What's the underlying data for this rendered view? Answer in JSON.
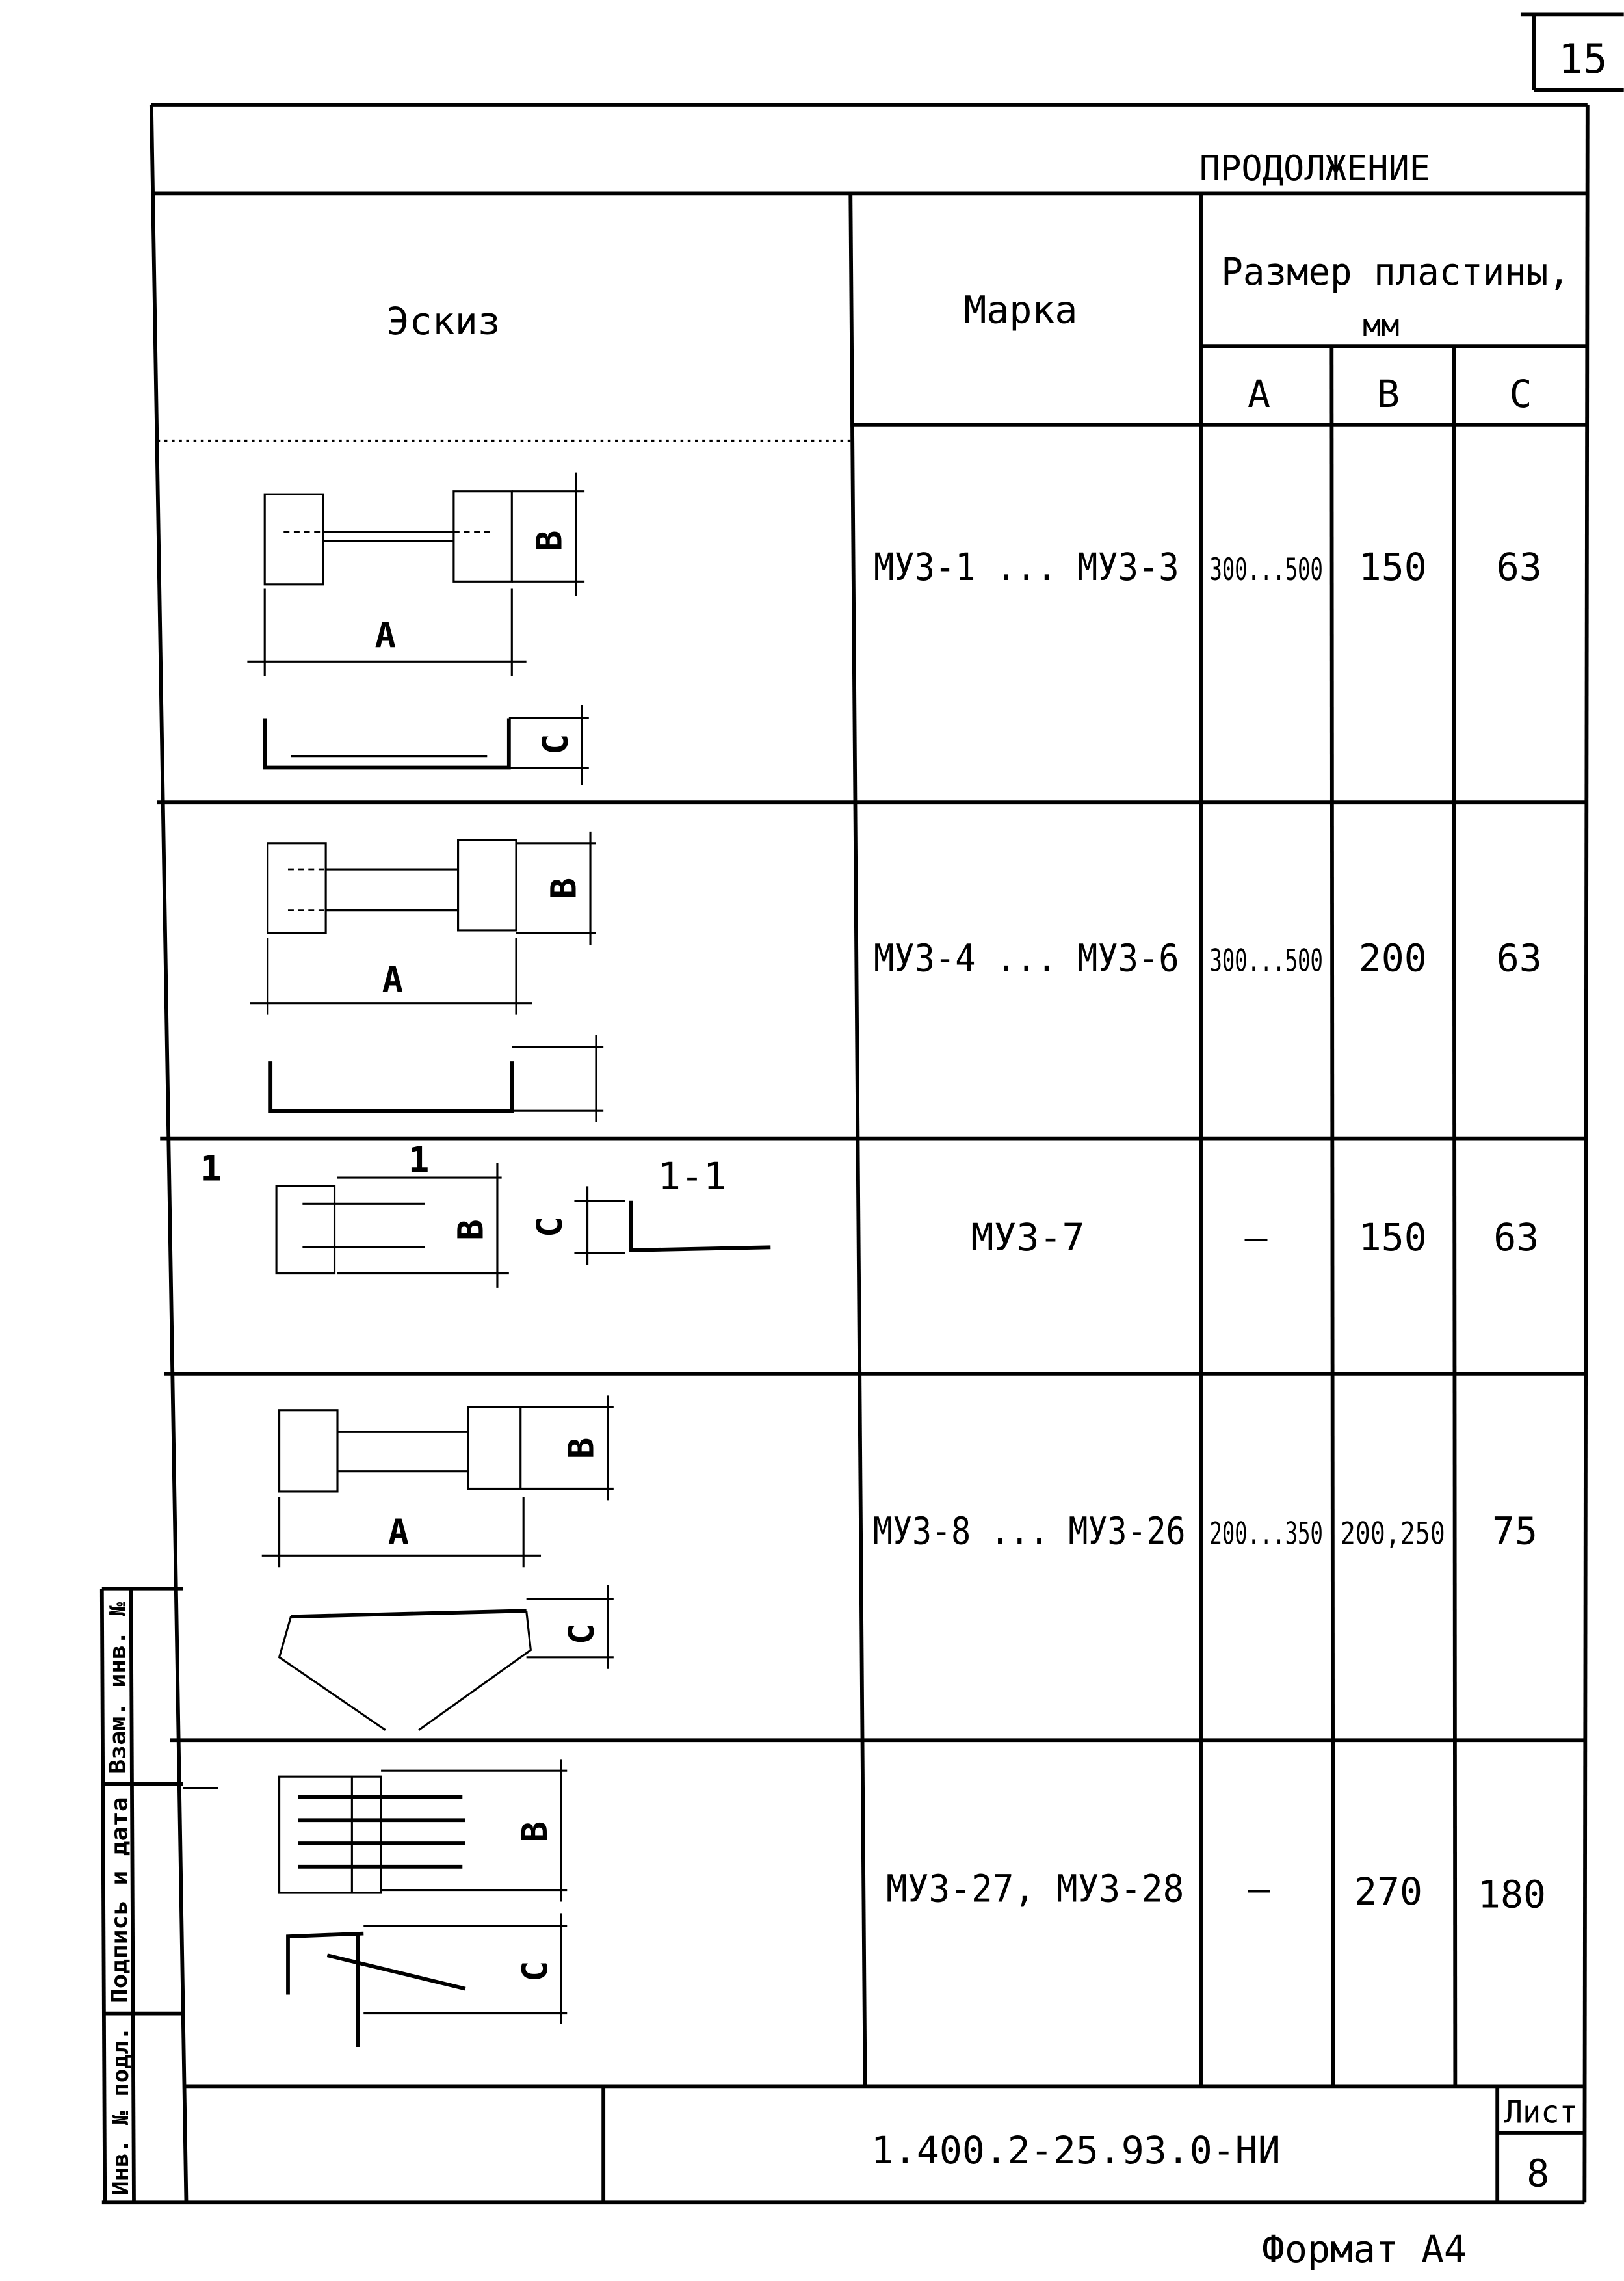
{
  "page_number": "15",
  "continuation": "ПРОДОЛЖЕНИЕ",
  "table": {
    "headers": {
      "sketch": "Эскиз",
      "mark": "Марка",
      "plate_size": "Размер пластины,",
      "unit": "мм",
      "col_a": "А",
      "col_b": "В",
      "col_c": "С"
    },
    "rows": [
      {
        "mark": "МУЗ-1 ... МУЗ-3",
        "a": "300...500",
        "b": "150",
        "c": "63"
      },
      {
        "mark": "МУЗ-4 ... МУЗ-6",
        "a": "300...500",
        "b": "200",
        "c": "63"
      },
      {
        "mark": "МУЗ-7",
        "a": "—",
        "b": "150",
        "c": "63"
      },
      {
        "mark": "МУЗ-8 ... МУЗ-26",
        "a": "200...350",
        "b": "200,250",
        "c": "75"
      },
      {
        "mark": "МУЗ-27, МУЗ-28",
        "a": "—",
        "b": "270",
        "c": "180"
      }
    ]
  },
  "sketch_labels": {
    "a": "А",
    "b": "В",
    "c": "С",
    "section": "1-1",
    "cut": "1"
  },
  "title_block": {
    "designation": "1.400.2-25.93.0-НИ",
    "sheet_label": "Лист",
    "sheet_number": "8"
  },
  "side_stamp": {
    "inv_orig": "Инв. № подл.",
    "signature_date": "Подпись и дата",
    "replace_inv": "Взам. инв. №"
  },
  "format": "Формат А4"
}
